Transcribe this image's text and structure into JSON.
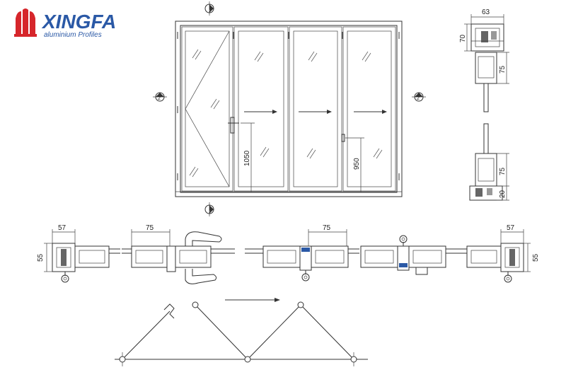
{
  "brand": {
    "name": "XINGFA",
    "tagline": "aluminium Profiles",
    "color": "#d6262b",
    "text_color": "#2b59a6"
  },
  "section_markers": {
    "top": "1",
    "bottom": "1",
    "left": "2",
    "right": "2"
  },
  "elevation": {
    "panel_count": 4,
    "handle_height": "1050",
    "lock_height": "950"
  },
  "vertical_section": {
    "top_width": "63",
    "top_height": "70",
    "top_sash": "75",
    "bottom_sash": "75",
    "bottom_sill": "20"
  },
  "horizontal_section": {
    "left_frame_width": "57",
    "left_frame_height": "55",
    "sash_width_a": "75",
    "sash_width_b": "75",
    "right_frame_width": "57",
    "right_frame_height": "55"
  },
  "folding_scheme": {
    "leaf_count": 4,
    "direction": "right"
  }
}
